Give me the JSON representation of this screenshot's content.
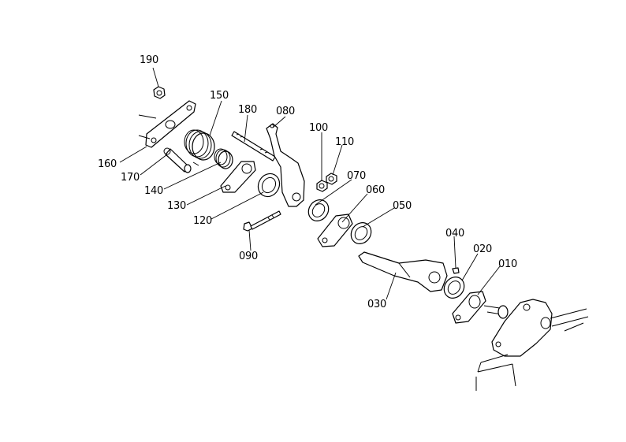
{
  "callouts": {
    "c010": "010",
    "c020": "020",
    "c030": "030",
    "c040": "040",
    "c050": "050",
    "c060": "060",
    "c070": "070",
    "c080": "080",
    "c090": "090",
    "c100": "100",
    "c110": "110",
    "c120": "120",
    "c130": "130",
    "c140": "140",
    "c150": "150",
    "c160": "160",
    "c170": "170",
    "c180": "180",
    "c190": "190"
  }
}
